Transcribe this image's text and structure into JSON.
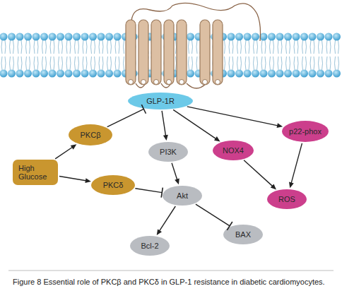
{
  "diagram": {
    "caption": "Figure 8 Essential role of PKCβ and PKCδ in GLP-1 resistance in diabetic cardiomyocytes.",
    "nodes": [
      {
        "text": [
          "GLP-1R"
        ]
      },
      {
        "text": [
          "PKCβ"
        ]
      },
      {
        "text": [
          "PI3K"
        ]
      },
      {
        "text": [
          "NOX4"
        ]
      },
      {
        "text": [
          "p22-phox"
        ]
      },
      {
        "text": [
          "High Glucose"
        ]
      },
      {
        "text": [
          "PKCδ"
        ]
      },
      {
        "text": [
          "Akt"
        ]
      },
      {
        "text": [
          "ROS"
        ]
      },
      {
        "text": [
          "Bcl-2"
        ]
      },
      {
        "text": [
          "BAX"
        ]
      }
    ],
    "edges": [
      {
        "from": 5,
        "to": 1,
        "arrow": "to"
      },
      {
        "from": 5,
        "to": 6,
        "arrow": "to"
      },
      {
        "from": 1,
        "to": 0,
        "arrow": "to"
      },
      {
        "from": 6,
        "to": 7,
        "arrow": "to"
      },
      {
        "from": 0,
        "to": 2,
        "arrow": "to"
      },
      {
        "from": 0,
        "to": 3,
        "arrow": "to"
      },
      {
        "from": 0,
        "to": 4,
        "arrow": "to"
      },
      {
        "from": 2,
        "to": 7,
        "arrow": "to"
      },
      {
        "from": 3,
        "to": 8,
        "arrow": "to"
      },
      {
        "from": 4,
        "to": 8,
        "arrow": "to"
      },
      {
        "from": 7,
        "to": 9,
        "arrow": "to"
      },
      {
        "from": 7,
        "to": 10,
        "arrow": "to"
      }
    ]
  }
}
